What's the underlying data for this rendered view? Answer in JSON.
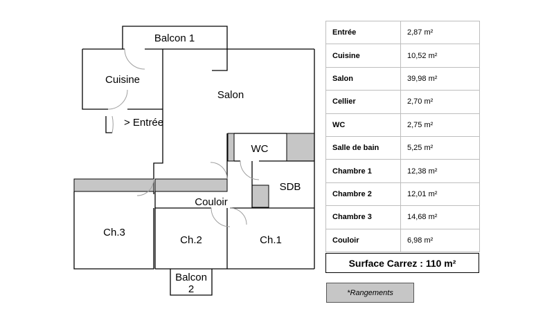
{
  "plan": {
    "rooms": [
      {
        "id": "balcon-1",
        "label": "Balcon 1"
      },
      {
        "id": "cuisine",
        "label": "Cuisine"
      },
      {
        "id": "salon",
        "label": "Salon"
      },
      {
        "id": "entree",
        "label": "> Entrée"
      },
      {
        "id": "wc",
        "label": "WC"
      },
      {
        "id": "sdb",
        "label": "SDB"
      },
      {
        "id": "couloir",
        "label": "Couloir"
      },
      {
        "id": "ch3",
        "label": "Ch.3"
      },
      {
        "id": "ch2",
        "label": "Ch.2"
      },
      {
        "id": "ch1",
        "label": "Ch.1"
      },
      {
        "id": "balcon-2-line1",
        "label": "Balcon"
      },
      {
        "id": "balcon-2-line2",
        "label": "2"
      }
    ]
  },
  "areas": [
    {
      "name": "Entrée",
      "value": "2,87 m²"
    },
    {
      "name": "Cuisine",
      "value": "10,52 m²"
    },
    {
      "name": "Salon",
      "value": "39,98 m²"
    },
    {
      "name": "Cellier",
      "value": "2,70 m²"
    },
    {
      "name": "WC",
      "value": "2,75 m²"
    },
    {
      "name": "Salle de bain",
      "value": "5,25 m²"
    },
    {
      "name": "Chambre 1",
      "value": "12,38 m²"
    },
    {
      "name": "Chambre 2",
      "value": "12,01 m²"
    },
    {
      "name": "Chambre 3",
      "value": "14,68 m²"
    },
    {
      "name": "Couloir",
      "value": "6,98 m²"
    }
  ],
  "total": "Surface Carrez : 110 m²",
  "legend": "*Rangements",
  "colors": {
    "storage": "#c6c6c6",
    "wall": "#000000",
    "door_arc": "#9e9e9e"
  }
}
